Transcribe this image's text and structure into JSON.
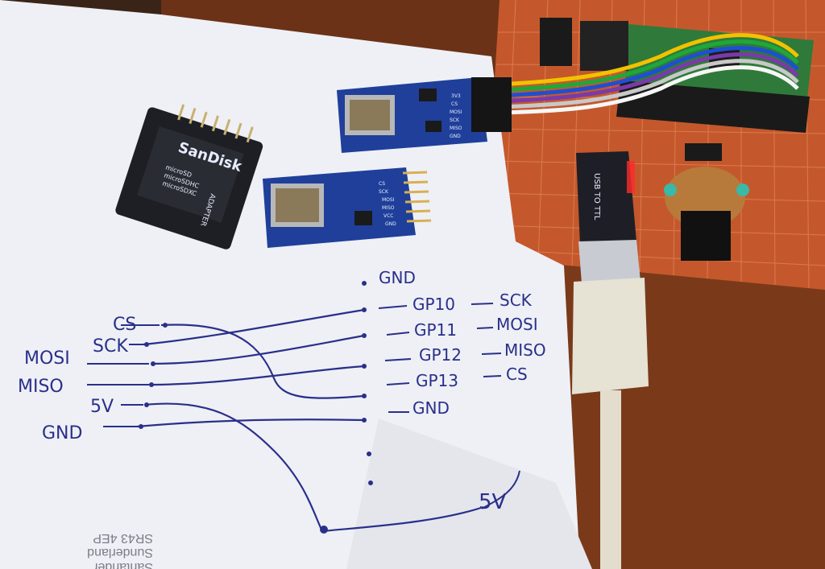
{
  "scene": {
    "description_colors": {
      "table": "#7a3a1a",
      "paper": "#f2f3f7",
      "pcb_blue": "#1f3f9a",
      "stripboard": "#c0562a",
      "ink": "#2a2f8a"
    }
  },
  "sd_adapter": {
    "brand": "SanDisk",
    "label_lines": [
      "microSD",
      "microSDHC",
      "microSDXC"
    ],
    "adapter_text": "ADAPTER"
  },
  "sd_module_pins": [
    "3V3",
    "CS",
    "MOSI",
    "SCK",
    "MISO",
    "GND"
  ],
  "sd_module2_pins": [
    "CS",
    "SCK",
    "MOSI",
    "MISO",
    "VCC",
    "GND"
  ],
  "usb_ttl": {
    "label": "USB TO TTL"
  },
  "left_labels": [
    "CS",
    "SCK",
    "MOSI",
    "MISO",
    "5V",
    "GND"
  ],
  "right_pins": [
    {
      "pin": "GND",
      "signal": ""
    },
    {
      "pin": "GP10",
      "signal": "SCK"
    },
    {
      "pin": "GP11",
      "signal": "MOSI"
    },
    {
      "pin": "GP12",
      "signal": "MISO"
    },
    {
      "pin": "GP13",
      "signal": "CS"
    },
    {
      "pin": "GND",
      "signal": ""
    }
  ],
  "supply_label": "5V",
  "mirrored_text": [
    "Santander",
    "Sunderland",
    "SR43 4EP"
  ]
}
